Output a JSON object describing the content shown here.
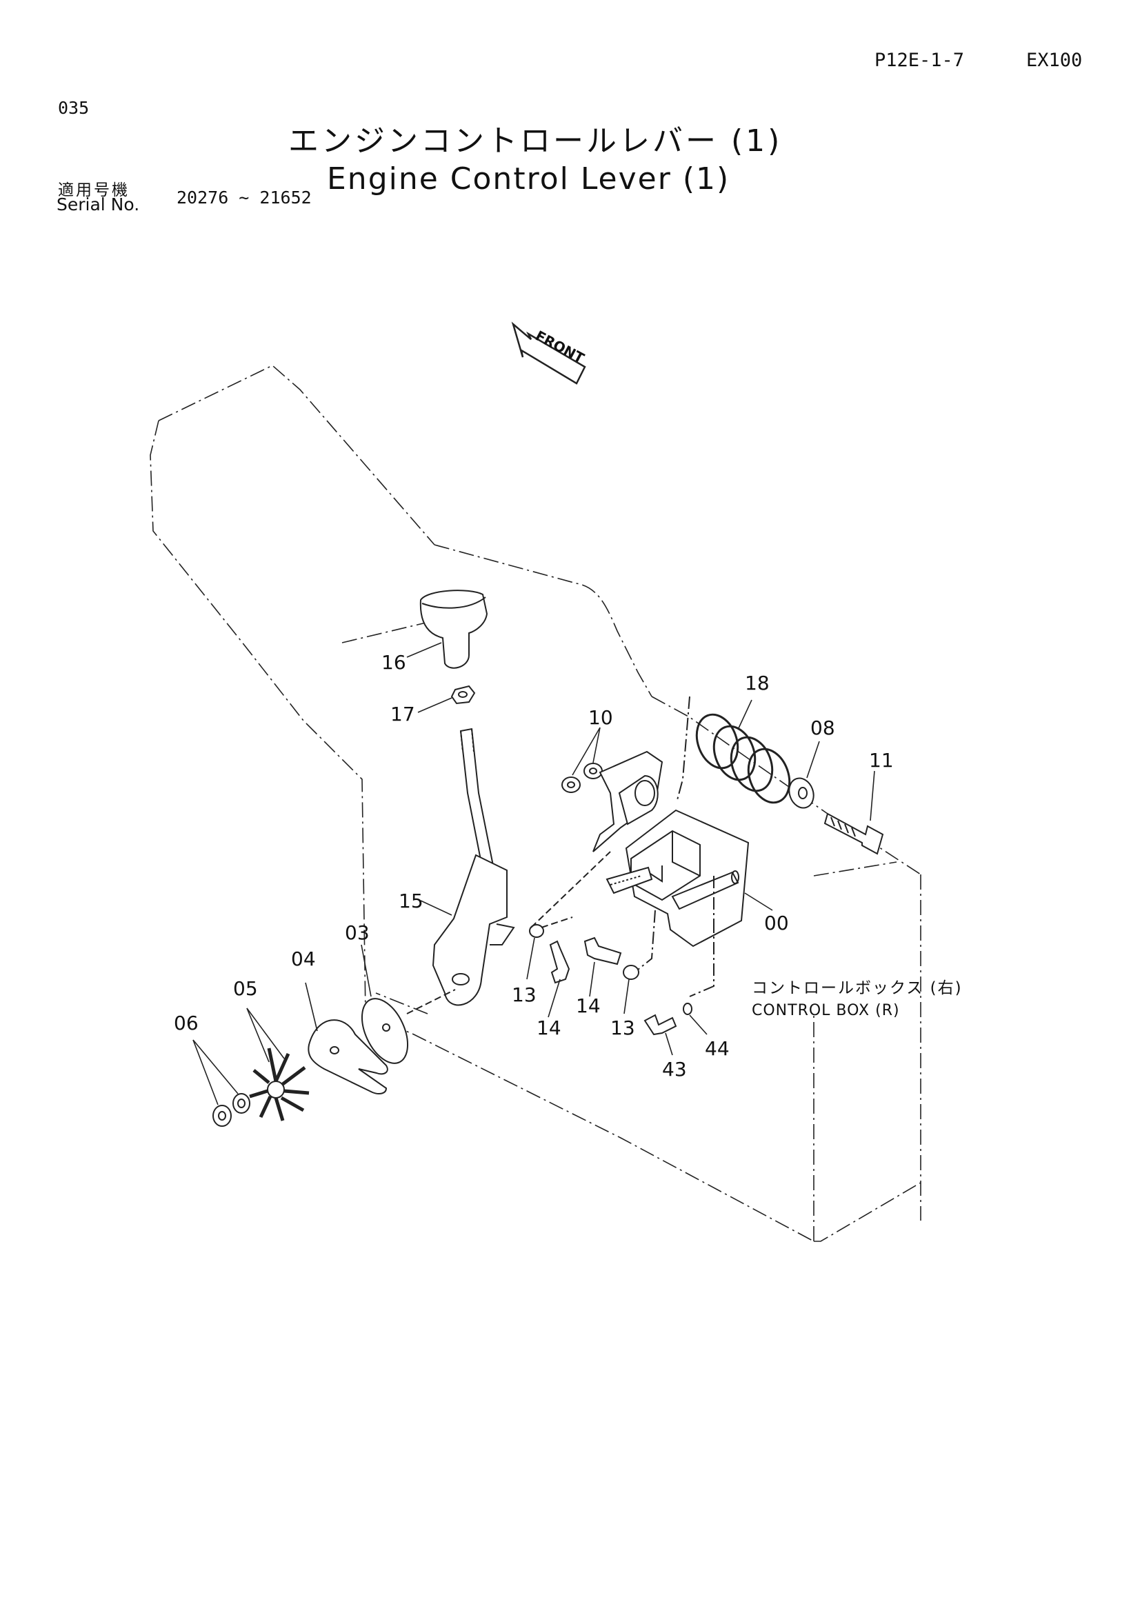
{
  "header": {
    "page_code": "P12E-1-7",
    "model": "EX100",
    "figure_number": "035",
    "title_jp": "エンジンコントロールレバー (1)",
    "title_en": "Engine Control Lever (1)",
    "serial_label_jp": "適用号機",
    "serial_label_en": "Serial No.",
    "serial_range": "20276 ~ 21652"
  },
  "diagram": {
    "front_arrow_label": "FRONT",
    "control_box_label_jp": "コントロールボックス (右)",
    "control_box_label_en": "CONTROL BOX (R)",
    "callouts": [
      "16",
      "17",
      "10",
      "18",
      "08",
      "11",
      "15",
      "03",
      "04",
      "05",
      "06",
      "13",
      "14",
      "14",
      "13",
      "00",
      "43",
      "44"
    ]
  }
}
